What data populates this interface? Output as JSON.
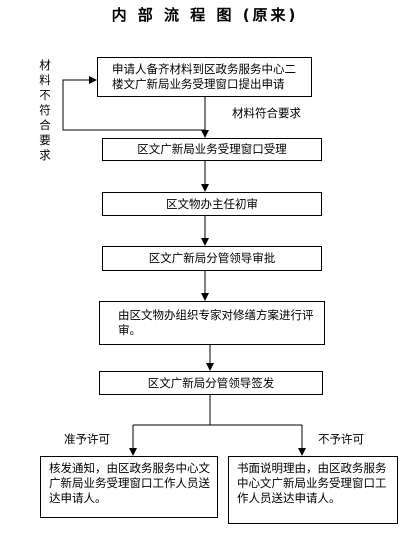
{
  "title": "内 部 流 程 图 (原来)",
  "steps": [
    "申请人备齐材料到区政务服务中心二楼文广新局业务受理窗口提出申请",
    "区文广新局业务受理窗口受理",
    "区文物办主任初审",
    "区文广新局分管领导审批",
    "由区文物办组织专家对修缮方案进行评审。",
    "区文广新局分管领导签发"
  ],
  "outcomes": {
    "approve_label": "准予许可",
    "approve_text": "核发通知，由区政务服务中心文广新局业务受理窗口工作人员送达申请人。",
    "reject_label": "不予许可",
    "reject_text": "书面说明理由，由区政务服务中心文广新局业务受理窗口工作人员送达申请人。"
  },
  "branch_labels": {
    "fail": "材料不符合要求",
    "pass": "材料符合要求"
  }
}
